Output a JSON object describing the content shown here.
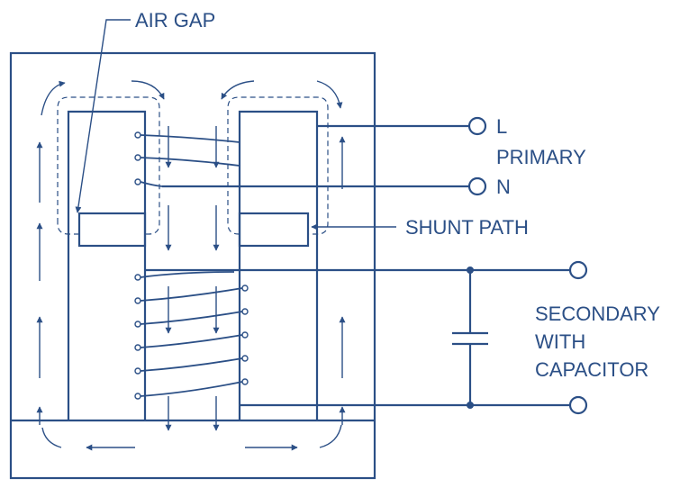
{
  "labels": {
    "air_gap": "AIR GAP",
    "terminal_l": "L",
    "primary": "PRIMARY",
    "terminal_n": "N",
    "shunt_path": "SHUNT PATH",
    "secondary_line1": "SECONDARY",
    "secondary_line2": "WITH",
    "secondary_line3": "CAPACITOR"
  },
  "colors": {
    "line": "#2b4f86",
    "background": "#ffffff"
  }
}
